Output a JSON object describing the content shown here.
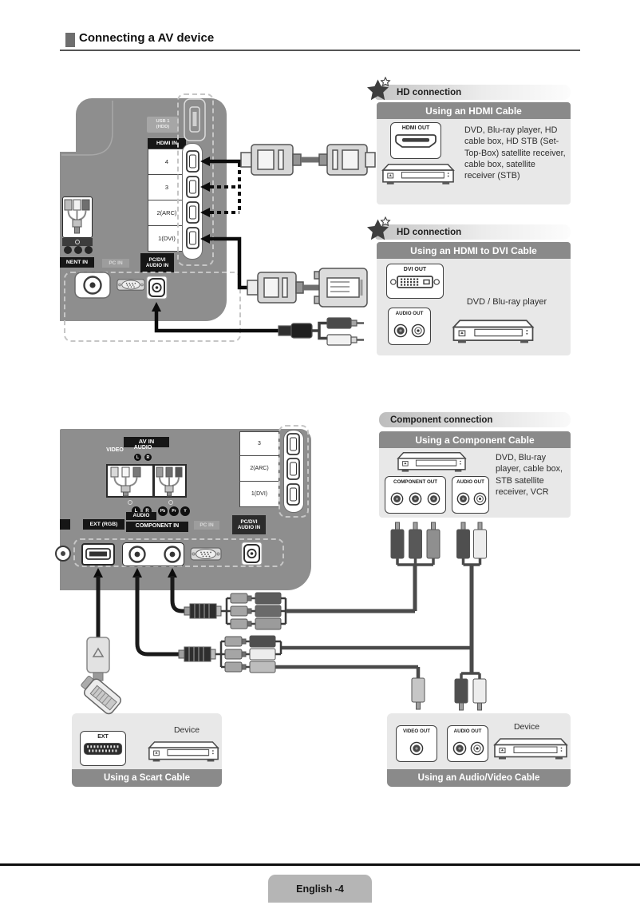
{
  "page": {
    "title": "Connecting a AV device",
    "footer_label": "English -4"
  },
  "hdmi_section": {
    "badge": "HD connection",
    "header": "Using an HDMI Cable",
    "port_label": "HDMI OUT",
    "description": "DVD, Blu-ray player, HD cable box, HD STB (Set-Top-Box) satellite receiver, cable box, satellite receiver (STB)"
  },
  "hdmi_dvi_section": {
    "badge": "HD connection",
    "header": "Using an HDMI to DVI Cable",
    "dvi_label": "DVI OUT",
    "audio_label": "AUDIO OUT",
    "description": "DVD / Blu-ray player"
  },
  "component_section": {
    "badge": "Component connection",
    "header": "Using a Component Cable",
    "component_label": "COMPONENT OUT",
    "audio_label": "AUDIO OUT",
    "description": "DVD, Blu-ray player, cable box, STB satellite receiver, VCR"
  },
  "scart_section": {
    "header": "Using a Scart Cable",
    "port_label": "EXT",
    "device_label": "Device"
  },
  "av_section": {
    "header": "Using an Audio/Video Cable",
    "video_label": "VIDEO OUT",
    "audio_label": "AUDIO OUT",
    "device_label": "Device"
  },
  "tv_top": {
    "usb_line1": "USB 1",
    "usb_line2": "(HDD)",
    "hdmi_in": "HDMI IN",
    "ports": [
      "4",
      "3",
      "2(ARC)",
      "1(DVI)"
    ],
    "component_in": "NENT IN",
    "pc_in": "PC IN",
    "pc_dvi_line1": "PC/DVI",
    "pc_dvi_line2": "AUDIO IN"
  },
  "tv_bottom": {
    "av_in": "AV IN",
    "video": "VIDEO",
    "audio": "AUDIO",
    "left": "L",
    "right": "R",
    "audio2": "AUDIO",
    "pb": "Pb",
    "pr": "Pr",
    "y": "Y",
    "component_in": "COMPONENT IN",
    "ext_rgb": "EXT (RGB)",
    "pc_in": "PC IN",
    "pc_dvi_line1": "PC/DVI",
    "pc_dvi_line2": "AUDIO IN",
    "ports": [
      "3",
      "2(ARC)",
      "1(DVI)"
    ]
  },
  "colors": {
    "panel": "#8e8e8e",
    "header_bar": "#8a8a8a",
    "box_bg": "#e8e8e8",
    "black_label": "#161616",
    "cable": "#0c0c0c"
  }
}
